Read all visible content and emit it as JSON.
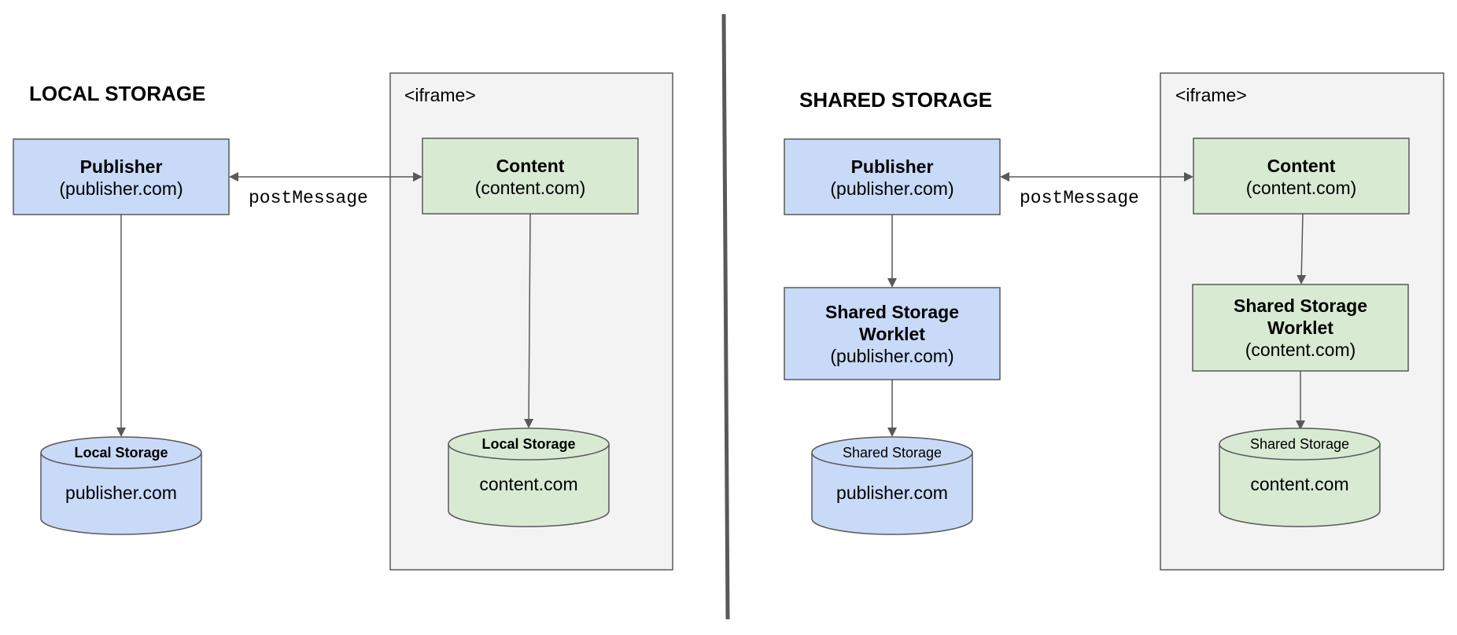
{
  "colors": {
    "blue_fill": "#c9daf8",
    "green_fill": "#d9ead3",
    "frame_fill": "#f3f3f3",
    "stroke": "#595959",
    "divider": "#595959"
  },
  "left": {
    "title": "LOCAL STORAGE",
    "iframe_label": "<iframe>",
    "publisher": {
      "name": "Publisher",
      "domain": "(publisher.com)"
    },
    "content": {
      "name": "Content",
      "domain": "(content.com)"
    },
    "message_label": "postMessage",
    "publisher_storage": {
      "label": "Local Storage",
      "domain": "publisher.com"
    },
    "content_storage": {
      "label": "Local Storage",
      "domain": "content.com"
    }
  },
  "right": {
    "title": "SHARED STORAGE",
    "iframe_label": "<iframe>",
    "publisher": {
      "name": "Publisher",
      "domain": "(publisher.com)"
    },
    "content": {
      "name": "Content",
      "domain": "(content.com)"
    },
    "message_label": "postMessage",
    "publisher_worklet": {
      "line1": "Shared Storage",
      "line2": "Worklet",
      "domain": "(publisher.com)"
    },
    "content_worklet": {
      "line1": "Shared Storage",
      "line2": "Worklet",
      "domain": "(content.com)"
    },
    "publisher_storage": {
      "label": "Shared Storage",
      "domain": "publisher.com"
    },
    "content_storage": {
      "label": "Shared Storage",
      "domain": "content.com"
    }
  }
}
